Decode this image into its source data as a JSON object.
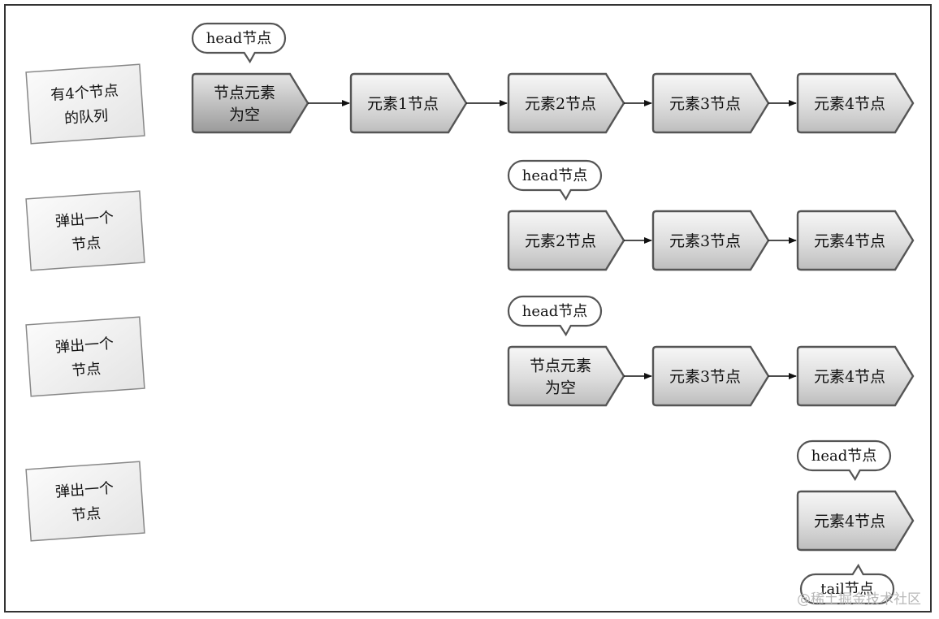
{
  "rows": [
    {
      "note": [
        "有4个节点",
        "的队列"
      ],
      "nodes": [
        {
          "lines": [
            "节点元素",
            "为空"
          ],
          "dark": true
        },
        {
          "lines": [
            "元素1节点"
          ]
        },
        {
          "lines": [
            "元素2节点"
          ]
        },
        {
          "lines": [
            "元素3节点"
          ]
        },
        {
          "lines": [
            "元素4节点"
          ]
        }
      ],
      "head_label": "head节点",
      "head_index": 0
    },
    {
      "note": [
        "弹出一个",
        "节点"
      ],
      "nodes": [
        {
          "lines": [
            "元素2节点"
          ]
        },
        {
          "lines": [
            "元素3节点"
          ]
        },
        {
          "lines": [
            "元素4节点"
          ]
        }
      ],
      "head_label": "head节点",
      "head_index": 0
    },
    {
      "note": [
        "弹出一个",
        "节点"
      ],
      "nodes": [
        {
          "lines": [
            "节点元素",
            "为空"
          ]
        },
        {
          "lines": [
            "元素3节点"
          ]
        },
        {
          "lines": [
            "元素4节点"
          ]
        }
      ],
      "head_label": "head节点",
      "head_index": 0
    },
    {
      "note": [
        "弹出一个",
        "节点"
      ],
      "nodes": [
        {
          "lines": [
            "元素4节点"
          ]
        }
      ],
      "head_label": "head节点",
      "head_index": 0,
      "tail_label": "tail节点"
    }
  ],
  "watermark": "@稀土掘金技术社区"
}
